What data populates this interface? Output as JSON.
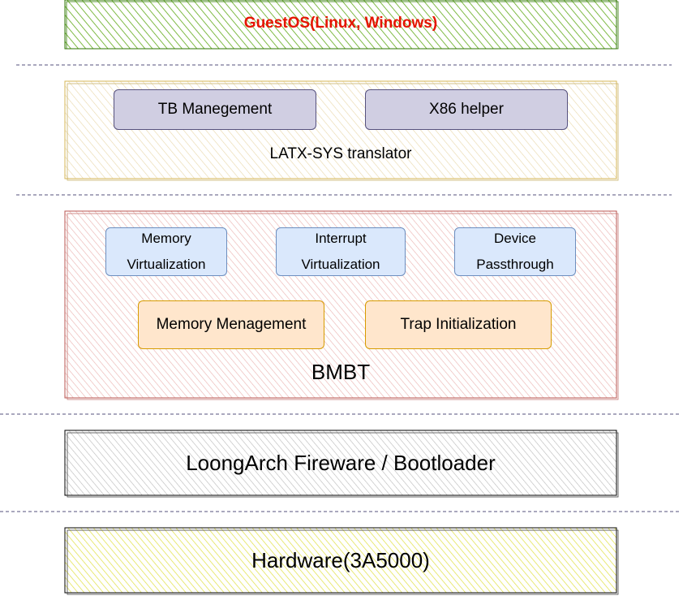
{
  "layers": {
    "guest_os": "GuestOS(Linux, Windows)",
    "translator": {
      "title": "LATX-SYS translator",
      "tb_management": "TB Manegement",
      "x86_helper": "X86 helper"
    },
    "bmbt": {
      "title": "BMBT",
      "memory_virtualization": [
        "Memory",
        "Virtualization"
      ],
      "interrupt_virtualization": [
        "Interrupt",
        "Virtualization"
      ],
      "device_passthrough": [
        "Device",
        "Passthrough"
      ],
      "memory_management": "Memory Menagement",
      "trap_initialization": "Trap Initialization"
    },
    "firmware": "LoongArch Fireware / Bootloader",
    "hardware": "Hardware(3A5000)"
  },
  "colors": {
    "guest_fill": "#60a917",
    "guest_border": "#2d7600",
    "guest_text": "#e51400",
    "translator_fill": "#e8d7a8",
    "bmbt_fill": "#e8a0a0",
    "bmbt_border": "#b85450",
    "firmware_fill": "#b0b0b0",
    "hardware_fill": "#e3e34a",
    "separator": "#56517e"
  }
}
